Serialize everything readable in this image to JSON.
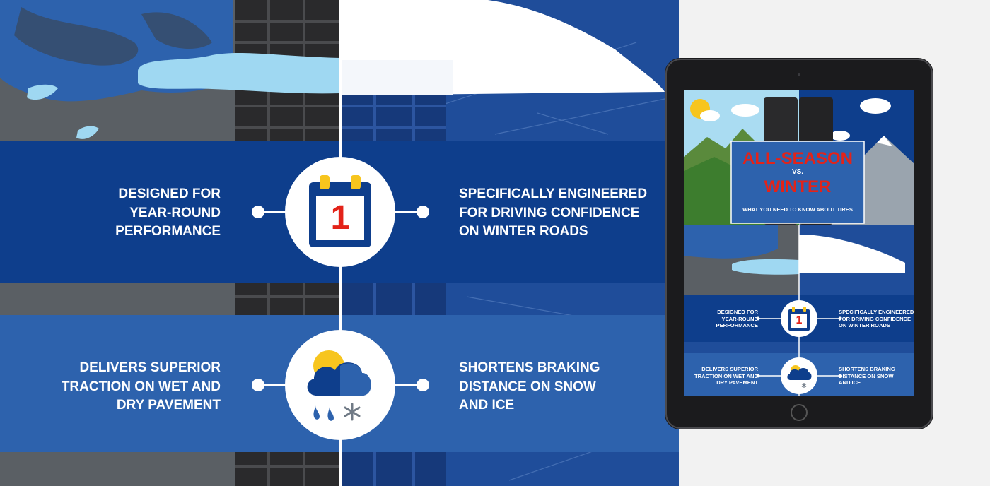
{
  "infographic": {
    "row1": {
      "left_lines": [
        "DESIGNED FOR",
        "YEAR-ROUND",
        "PERFORMANCE"
      ],
      "right_lines": [
        "SPECIFICALLY ENGINEERED",
        "FOR DRIVING CONFIDENCE",
        "ON WINTER ROADS"
      ],
      "icon": "calendar-icon",
      "icon_number": "1"
    },
    "row2": {
      "left_lines": [
        "DELIVERS SUPERIOR",
        "TRACTION ON WET AND",
        "DRY PAVEMENT"
      ],
      "right_lines": [
        "SHORTENS BRAKING",
        "DISTANCE ON SNOW",
        "AND ICE"
      ],
      "icon": "weather-icon"
    }
  },
  "tablet": {
    "title_top": "ALL-SEASON",
    "title_vs": "VS.",
    "title_bottom": "WINTER",
    "subtitle": "WHAT YOU NEED TO KNOW ABOUT TIRES",
    "row1": {
      "left_lines": [
        "DESIGNED FOR",
        "YEAR-ROUND",
        "PERFORMANCE"
      ],
      "right_lines": [
        "SPECIFICALLY ENGINEERED",
        "FOR DRIVING CONFIDENCE",
        "ON WINTER ROADS"
      ],
      "icon_number": "1"
    },
    "row2": {
      "left_lines": [
        "DELIVERS SUPERIOR",
        "TRACTION ON WET AND",
        "DRY PAVEMENT"
      ],
      "right_lines": [
        "SHORTENS BRAKING",
        "DISTANCE ON SNOW",
        "AND ICE"
      ]
    }
  },
  "colors": {
    "navy": "#0e3e8c",
    "band_blue": "#2d62ad",
    "ice_blue": "#1f4d9a",
    "asphalt": "#5a5f64",
    "water": "#9fd8f2",
    "snow": "#ffffff",
    "accent_red": "#e32319",
    "sun": "#f7c51e"
  }
}
